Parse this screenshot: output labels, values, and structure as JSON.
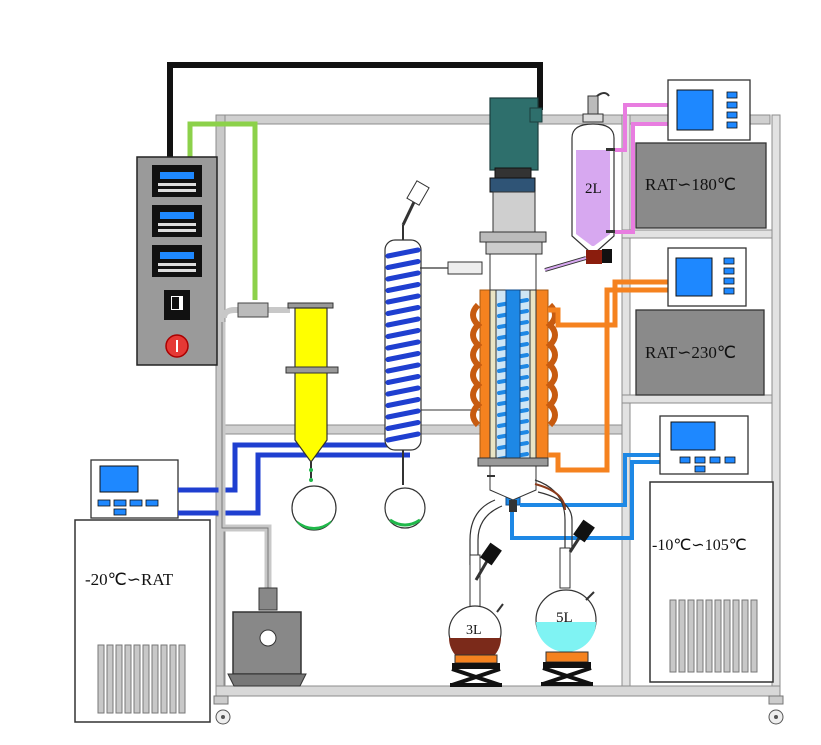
{
  "labels": {
    "temp_top_right": "RAT∽180℃",
    "temp_mid_right": "RAT∽230℃",
    "temp_left_chiller": "-20℃∽RAT",
    "temp_bottom_right": "-10℃∽105℃",
    "feed_vessel_volume": "2L",
    "flask_left_volume": "3L",
    "flask_right_volume": "5L"
  },
  "colors": {
    "frame": "#bdbdbd",
    "frame_edge": "#8c8c8c",
    "cooling_blue": "#1f3fd0",
    "cooling_light_blue": "#1e88e5",
    "heating_orange": "#f5821f",
    "heating_pink": "#e87de0",
    "vacuum_green": "#8cd14a",
    "cable_black": "#111111",
    "motor_teal": "#2e6f6c",
    "cold_trap_yellow": "#ffff00",
    "box_gray": "#8a8a8a",
    "screen_blue": "#1e88ff",
    "stop_red": "#e53935",
    "residue_brown": "#7b2a1a",
    "distillate_cyan": "#7ff3f3",
    "feed_purple": "#d7a8f0"
  }
}
